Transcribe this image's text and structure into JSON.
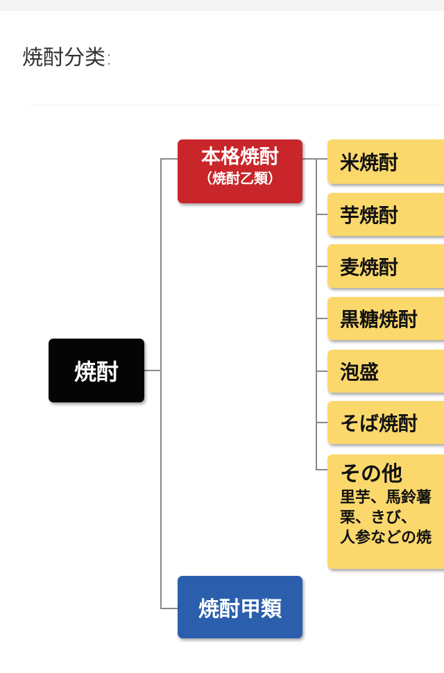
{
  "heading": "焼酎分类:",
  "diagram": {
    "root": "焼酎",
    "honkaku": {
      "title": "本格焼酎",
      "subtitle": "（焼酎乙類）"
    },
    "kourui": "焼酎甲類",
    "types": [
      "米焼酎",
      "芋焼酎",
      "麦焼酎",
      "黒糖焼酎",
      "泡盛",
      "そば焼酎"
    ],
    "other": {
      "title": "その他",
      "lines": [
        "里芋、馬鈴薯",
        "栗、きび、",
        "人参などの焼"
      ]
    }
  },
  "colors": {
    "root": "#050505",
    "honkaku": "#c9262b",
    "kourui": "#2b5fae",
    "types": "#fbd86c"
  }
}
